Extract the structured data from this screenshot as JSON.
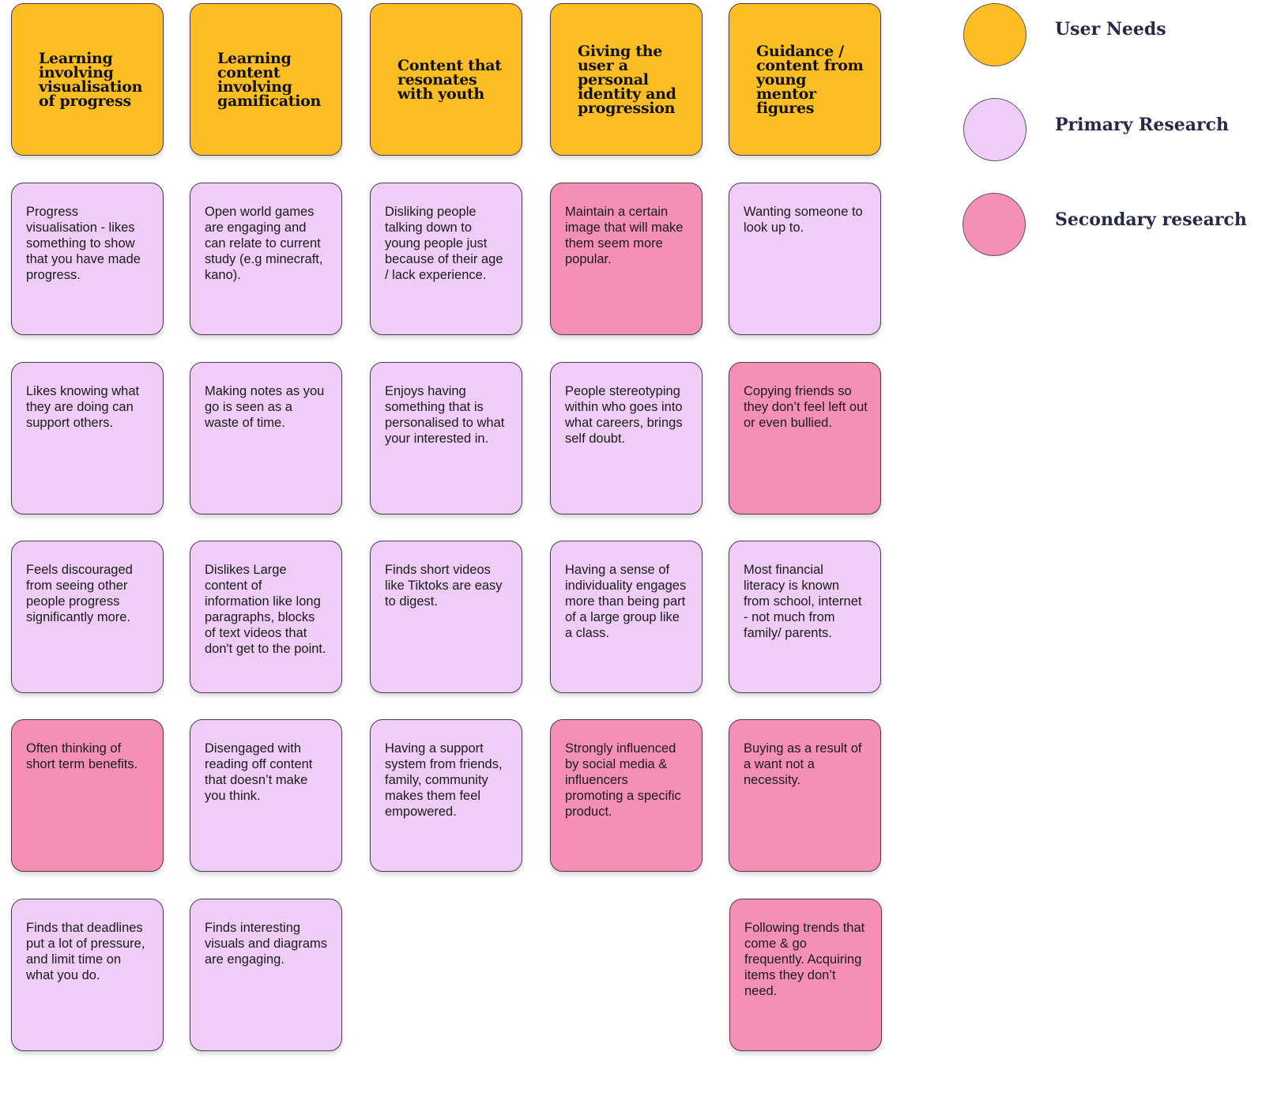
{
  "legend": {
    "user_needs": "User Needs",
    "primary_research": "Primary Research",
    "secondary_research": "Secondary research"
  },
  "colors": {
    "user_needs": "#fcbe23",
    "primary_research": "#efcdf6",
    "secondary_research": "#f58fb5"
  },
  "needs": [
    "Learning involving visualisation of progress",
    "Learning content involving gamification",
    "Content that resonates with youth",
    "Giving the user a personal identity and progression",
    "Guidance / content from young mentor figures"
  ],
  "notes": {
    "c0": [
      "Progress visualisation - likes something to show that you have made progress.",
      "Likes knowing what they are doing can support others.",
      "Feels discouraged from seeing other people progress significantly more.",
      "Often thinking of short term benefits.",
      "Finds that deadlines put a lot of pressure, and limit time on what you do."
    ],
    "c1": [
      "Open world games are engaging and can relate to current study (e.g minecraft, kano).",
      "Making notes as you go is seen as a waste of time.",
      "Dislikes Large content of information like long paragraphs, blocks of text videos that don't get to the point.",
      "Disengaged with reading off content that doesn’t make you think.",
      "Finds interesting visuals and diagrams are engaging."
    ],
    "c2": [
      "Disliking people talking down to young people just because of their age / lack experience.",
      "Enjoys having something that is personalised to what your interested in.",
      "Finds short videos like Tiktoks are easy to digest.",
      "Having a support system from friends, family, community makes them feel empowered."
    ],
    "c3": [
      "Maintain a certain image that will make them seem more popular.",
      "People stereotyping within who goes into what careers, brings self doubt.",
      "Having a sense of individuality engages more than being part of a large group like a class.",
      "Strongly influenced by social media & influencers promoting a specific product."
    ],
    "c4": [
      "Wanting someone to look up to.",
      "Copying friends so they don’t feel left out or even bullied.",
      "Most financial literacy is known from school, internet - not much from family/ parents.",
      "Buying as a result of a want not a necessity.",
      "Following trends that come & go frequently. Acquiring items they don’t need."
    ]
  }
}
